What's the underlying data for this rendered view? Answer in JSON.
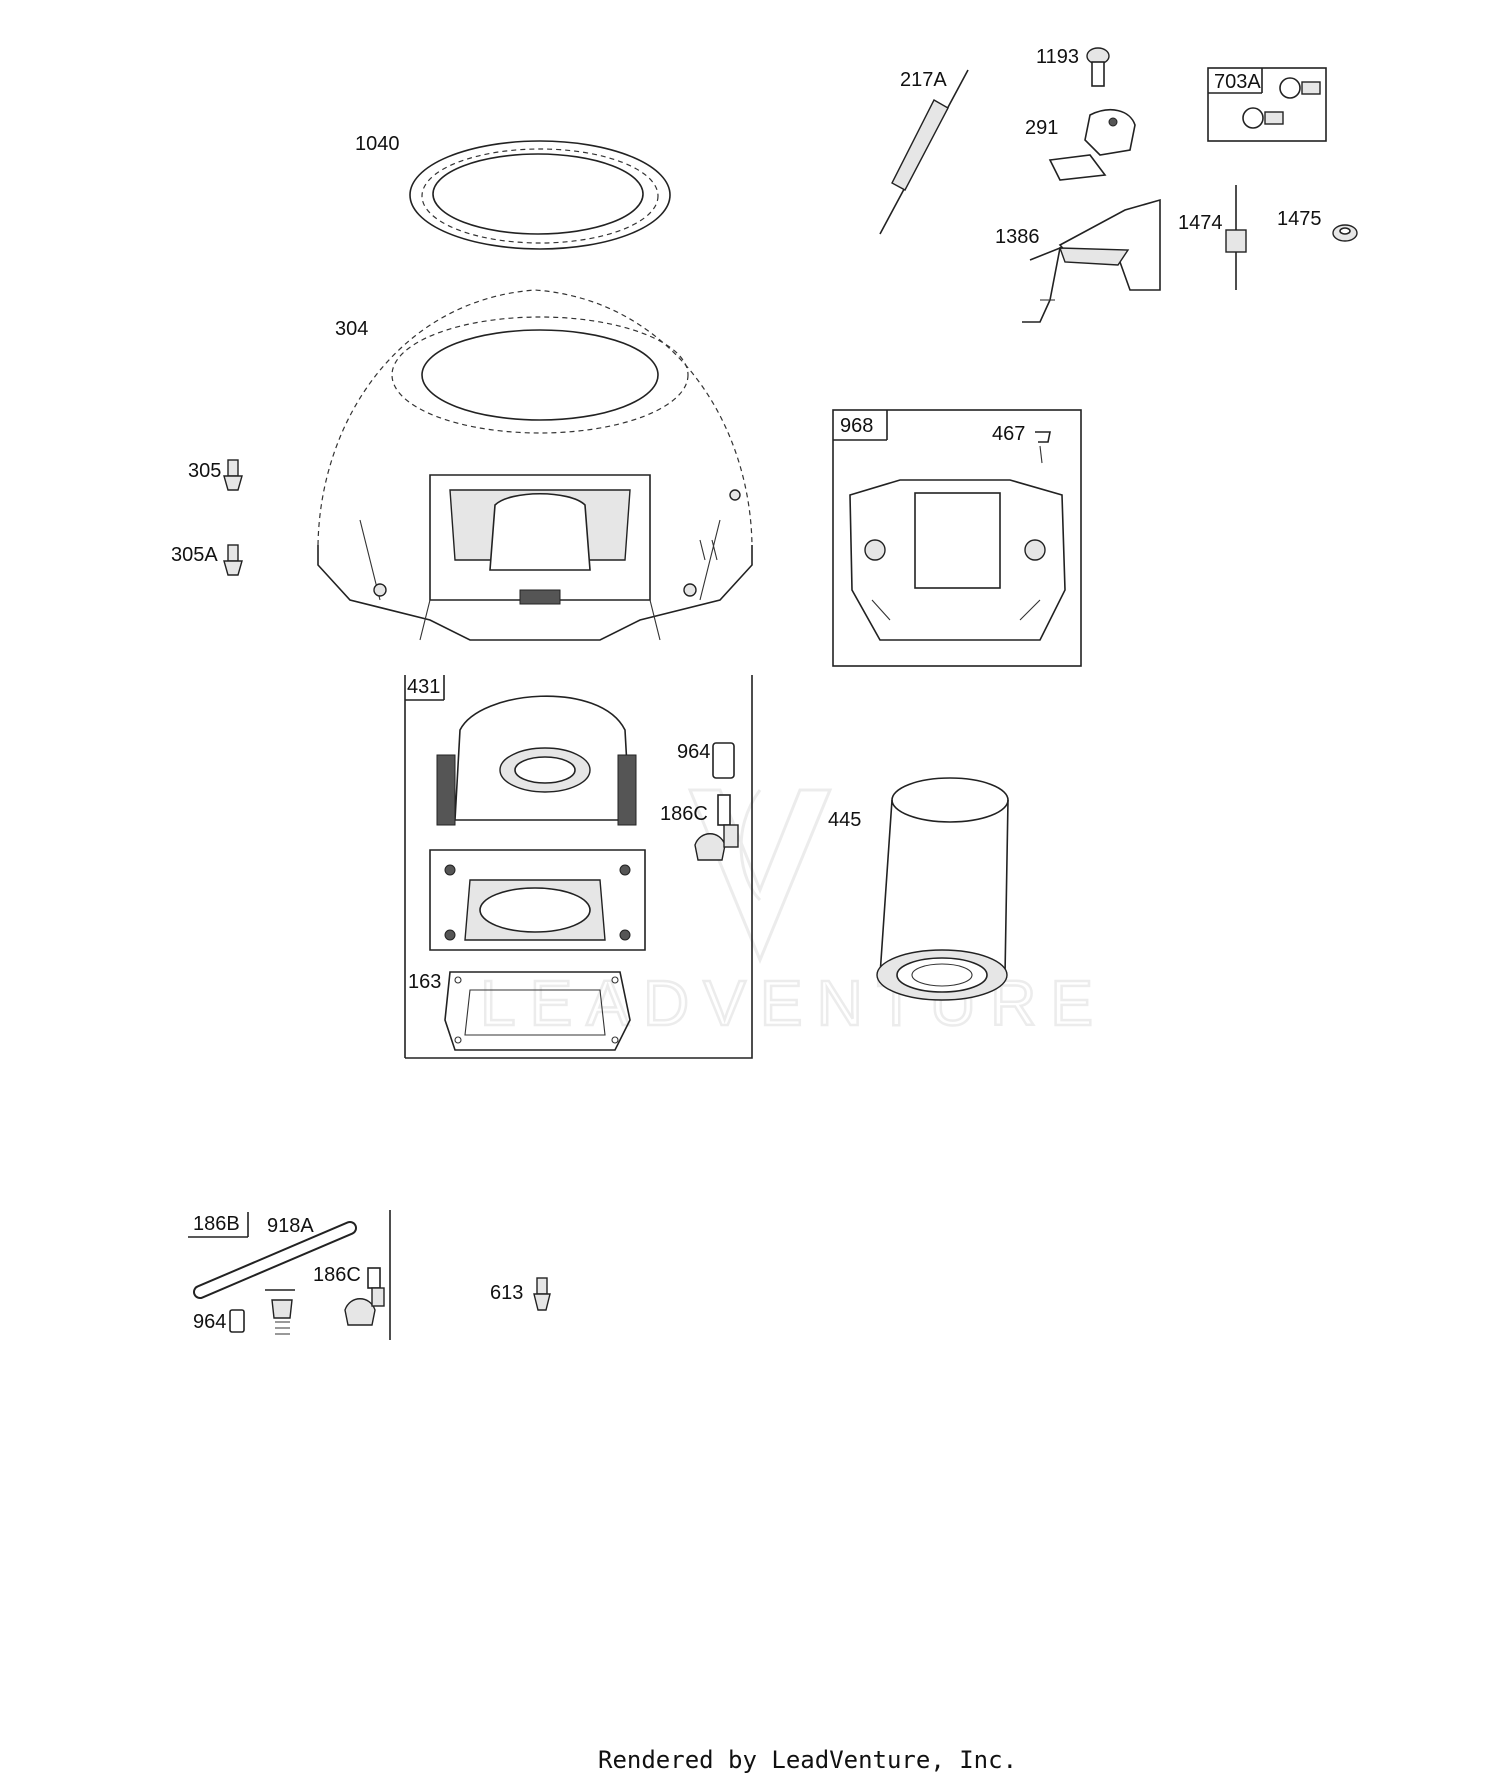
{
  "callouts": {
    "p1040": "1040",
    "p304": "304",
    "p305": "305",
    "p305a": "305A",
    "p217a": "217A",
    "p1193": "1193",
    "p291": "291",
    "p703a": "703A",
    "p1386": "1386",
    "p1474": "1474",
    "p1475": "1475",
    "p968": "968",
    "p467": "467",
    "p431": "431",
    "p964": "964",
    "p186c": "186C",
    "p163": "163",
    "p445": "445",
    "p186b": "186B",
    "p918a": "918A",
    "p964b": "964",
    "p186cb": "186C",
    "p613": "613"
  },
  "watermark": "LEADVENTURE",
  "footer": "Rendered by LeadVenture, Inc."
}
